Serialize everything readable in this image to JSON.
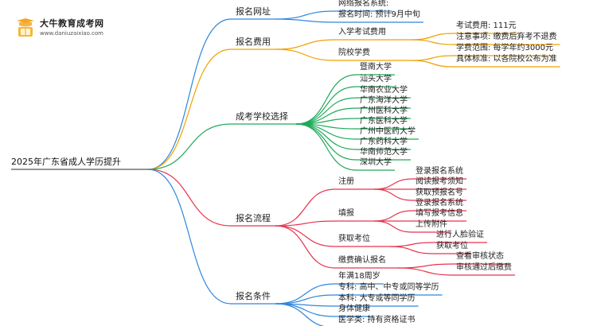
{
  "logo": {
    "title": "大牛教育成考网",
    "url": "www.daniuzaixiao.com"
  },
  "root": "2025年广东省成人学历提升",
  "branches": [
    {
      "label": "报名网址",
      "color": "#2e86de",
      "children": [
        {
          "label": "网络报名系统:"
        },
        {
          "label": "报名时间: 预计9月中旬"
        }
      ]
    },
    {
      "label": "报名费用",
      "color": "#f0a000",
      "children": [
        {
          "label": "入学考试费用",
          "children": [
            {
              "label": "考试费用: 111元"
            },
            {
              "label": "注意事项: 缴费后弃考不退费"
            }
          ]
        },
        {
          "label": "院校学费",
          "children": [
            {
              "label": "学费范围: 每学年约3000元"
            },
            {
              "label": "具体标准: 以各院校公布为准"
            }
          ]
        }
      ]
    },
    {
      "label": "成考学校选择",
      "color": "#1faa59",
      "children": [
        {
          "label": "暨南大学"
        },
        {
          "label": "汕头大学"
        },
        {
          "label": "华南农业大学"
        },
        {
          "label": "广东海洋大学"
        },
        {
          "label": "广州医科大学"
        },
        {
          "label": "广东医科大学"
        },
        {
          "label": "广州中医药大学"
        },
        {
          "label": "广东药科大学"
        },
        {
          "label": "华南师范大学"
        },
        {
          "label": "深圳大学"
        }
      ]
    },
    {
      "label": "报名流程",
      "color": "#e8344e",
      "children": [
        {
          "label": "注册",
          "children": [
            {
              "label": "登录报名系统"
            },
            {
              "label": "阅读报考须知"
            },
            {
              "label": "获取预报名号"
            }
          ]
        },
        {
          "label": "填报",
          "children": [
            {
              "label": "登录报名系统"
            },
            {
              "label": "填写报考信息"
            },
            {
              "label": "上传附件"
            }
          ]
        },
        {
          "label": "获取考位",
          "children": [
            {
              "label": "进行人脸验证"
            },
            {
              "label": "获取考位"
            }
          ]
        },
        {
          "label": "缴费确认报名",
          "children": [
            {
              "label": "查看审核状态"
            },
            {
              "label": "审核通过后缴费"
            }
          ]
        }
      ]
    },
    {
      "label": "报名条件",
      "color": "#2e86de",
      "children": [
        {
          "label": "年满18周岁"
        },
        {
          "label": "专科: 高中、中专或同等学历"
        },
        {
          "label": "本科: 大专或等同学历"
        },
        {
          "label": "身体健康"
        },
        {
          "label": "医学类: 持有资格证书"
        }
      ]
    }
  ]
}
